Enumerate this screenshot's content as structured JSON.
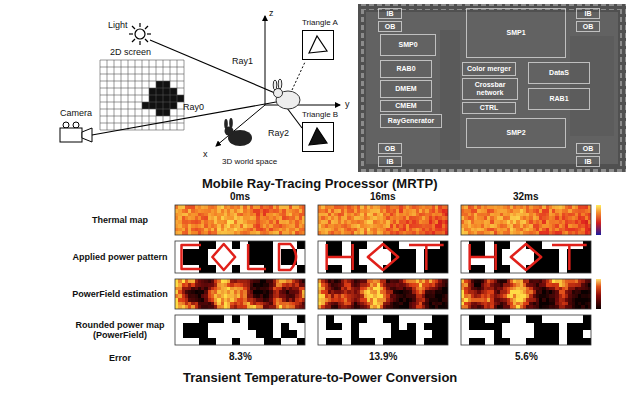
{
  "diagram": {
    "nodes": [
      {
        "text": [
          "Triangle A"
        ]
      },
      {
        "text": [
          "Triangle B"
        ]
      },
      {
        "text": [
          "IB"
        ]
      },
      {
        "text": [
          "OB"
        ]
      },
      {
        "text": [
          "IB"
        ]
      },
      {
        "text": [
          "OB"
        ]
      },
      {
        "text": [
          "SMP0"
        ]
      },
      {
        "text": [
          "SMP1"
        ]
      },
      {
        "text": [
          "RAB0"
        ]
      },
      {
        "text": [
          "Color merger"
        ]
      },
      {
        "text": [
          "DataS"
        ]
      },
      {
        "text": [
          "DMEM"
        ]
      },
      {
        "text": [
          "Crossbar network"
        ]
      },
      {
        "text": [
          "RAB1"
        ]
      },
      {
        "text": [
          "CTRL"
        ]
      },
      {
        "text": [
          "CMEM"
        ]
      },
      {
        "text": [
          "RayGenerator"
        ]
      },
      {
        "text": [
          "SMP2"
        ]
      },
      {
        "text": [
          "OB"
        ]
      },
      {
        "text": [
          "IB"
        ]
      },
      {
        "text": [
          "OB"
        ]
      },
      {
        "text": [
          "IB"
        ]
      }
    ],
    "labels": [
      "Light",
      "2D screen",
      "Camera",
      "Ray0",
      "Ray1",
      "Ray2",
      "z",
      "y",
      "x",
      "3D world space",
      "Mobile Ray-Tracing Processor (MRTP)",
      "0ms",
      "16ms",
      "32ms",
      "Thermal map",
      "Applied power pattern",
      "PowerField estimation",
      "Rounded power map (PowerField)",
      "Error",
      "8.3%",
      "13.9%",
      "5.6%",
      "Transient Temperature-to-Power Conversion"
    ]
  }
}
